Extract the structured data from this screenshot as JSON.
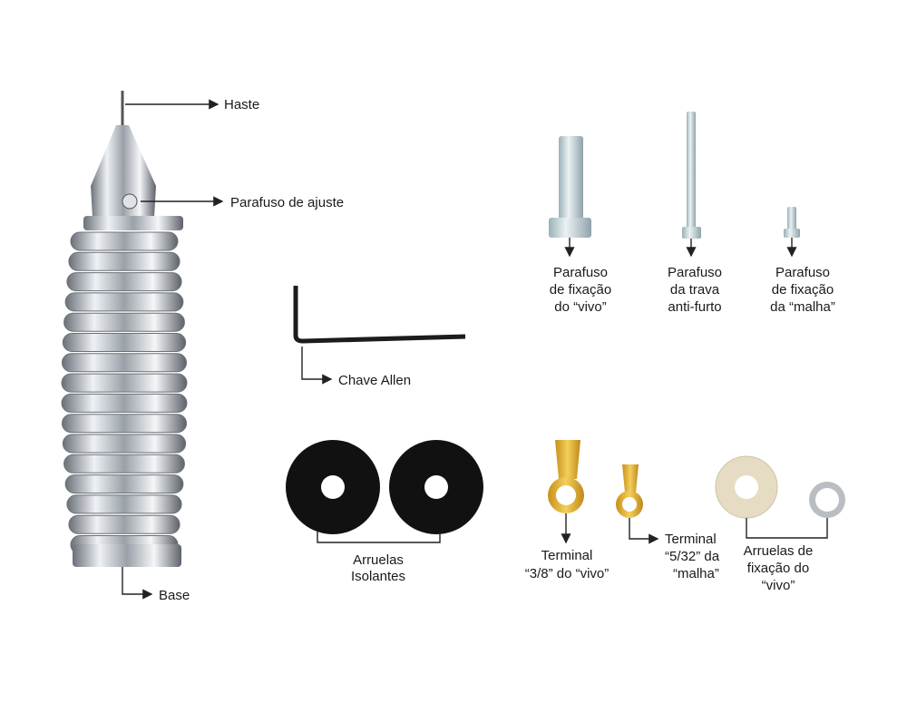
{
  "labels": {
    "haste": "Haste",
    "parafuso_ajuste": "Parafuso de ajuste",
    "base": "Base",
    "chave_allen": "Chave Allen",
    "arruelas_isolantes": [
      "Arruelas",
      "Isolantes"
    ],
    "parafuso_vivo": [
      "Parafuso",
      "de fixação",
      "do “vivo”"
    ],
    "parafuso_trava": [
      "Parafuso",
      "da trava",
      "anti-furto"
    ],
    "parafuso_malha": [
      "Parafuso",
      "de fixação",
      "da “malha”"
    ],
    "terminal_vivo": [
      "Terminal",
      "“3/8” do “vivo”"
    ],
    "terminal_malha": [
      "Terminal",
      "“5/32” da",
      "“malha”"
    ],
    "arruelas_fixacao": [
      "Arruelas de",
      "fixação do",
      "“vivo”"
    ]
  },
  "colors": {
    "chrome": "#c9ced6",
    "gold": "#e0b43a",
    "black_washer": "#111111",
    "beige": "#e6dcc4",
    "steel": "#b8bec4"
  }
}
